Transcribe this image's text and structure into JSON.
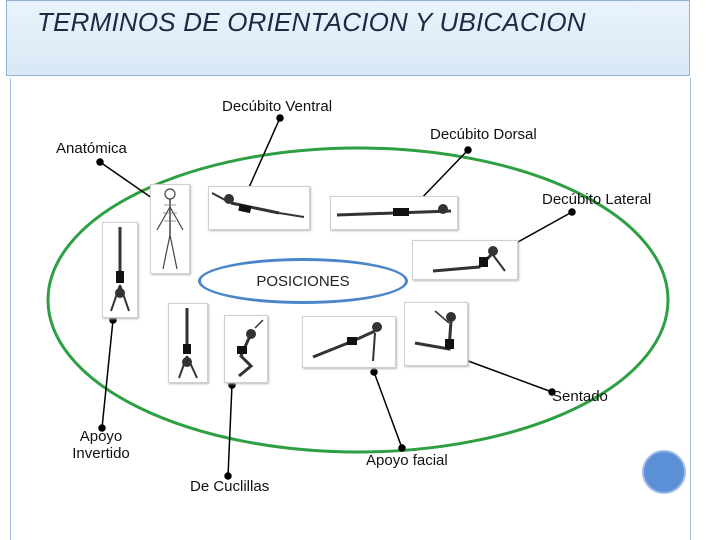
{
  "title": "TERMINOS DE ORIENTACION Y UBICACION",
  "center": "POSICIONES",
  "labels": {
    "decubito_ventral": "Decúbito Ventral",
    "anatomica": "Anatómica",
    "decubito_dorsal": "Decúbito Dorsal",
    "decubito_lateral": "Decúbito Lateral",
    "sentado": "Sentado",
    "apoyo_invertido_1": "Apoyo",
    "apoyo_invertido_2": "Invertido",
    "apoyo_facial": "Apoyo facial",
    "de_cuclillas": "De Cuclillas"
  },
  "colors": {
    "ellipse": "#2ea043",
    "center_border": "#4a86c8",
    "title": "#1c2a44",
    "deco_circle": "#5b8fd6"
  }
}
